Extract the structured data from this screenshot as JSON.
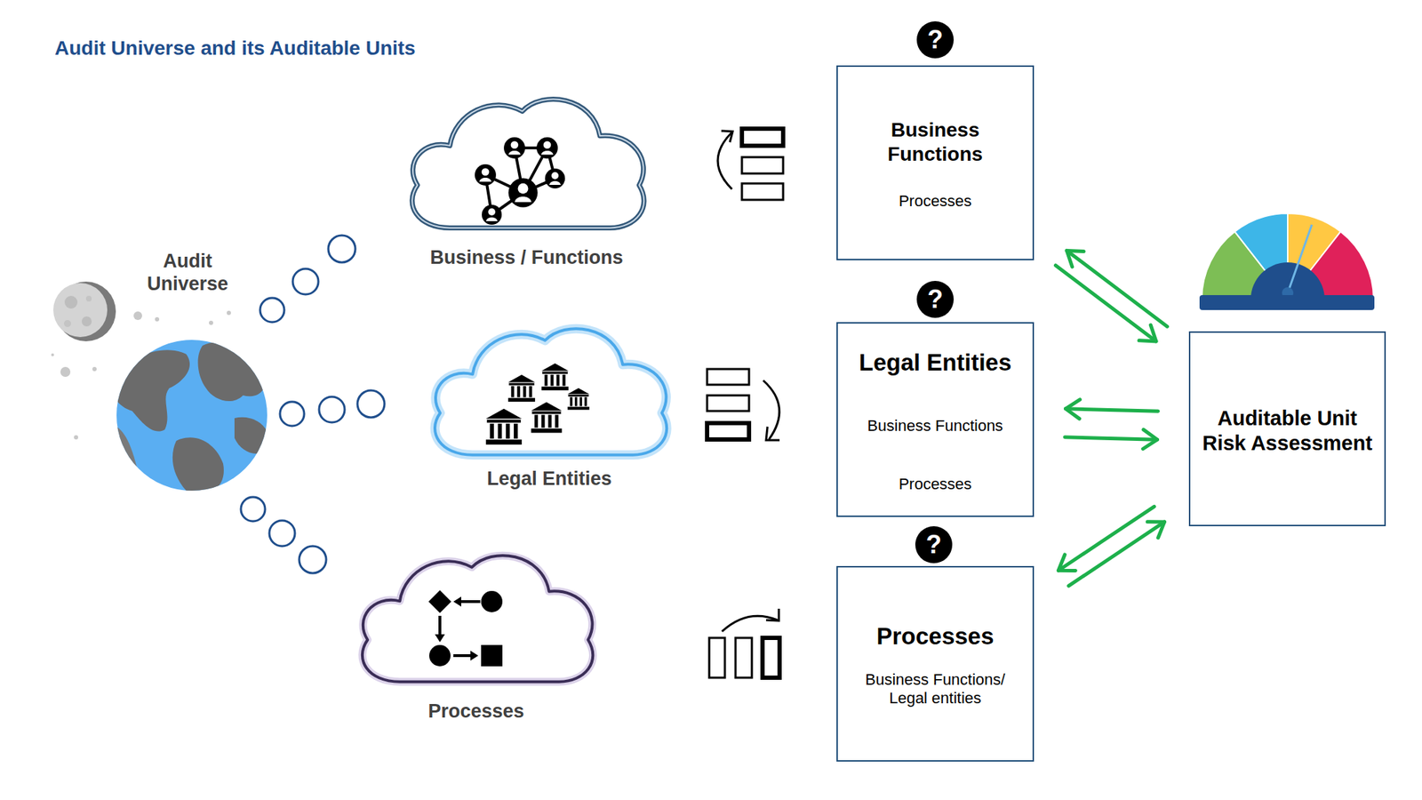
{
  "diagram": {
    "title": "Audit Universe and its Auditable Units",
    "nodes": [
      {
        "text": [
          "Business / Functions"
        ]
      },
      {
        "text": [
          "Legal Entities"
        ]
      },
      {
        "text": [
          "Processes"
        ]
      },
      {
        "text": [
          "Business Functions",
          "Processes"
        ]
      },
      {
        "text": [
          "Legal Entities",
          "Business Functions",
          "Processes"
        ]
      },
      {
        "text": [
          "Processes",
          "Business Functions/ Legal entities"
        ]
      },
      {
        "text": [
          "Auditable Unit Risk Assessment"
        ]
      }
    ],
    "edges": [
      {
        "from": 3,
        "to": 6,
        "arrow": "both"
      },
      {
        "from": 4,
        "to": 6,
        "arrow": "both"
      },
      {
        "from": 5,
        "to": 6,
        "arrow": "both"
      }
    ],
    "labels": [
      "Audit Universe",
      "?",
      "?",
      "?"
    ]
  }
}
